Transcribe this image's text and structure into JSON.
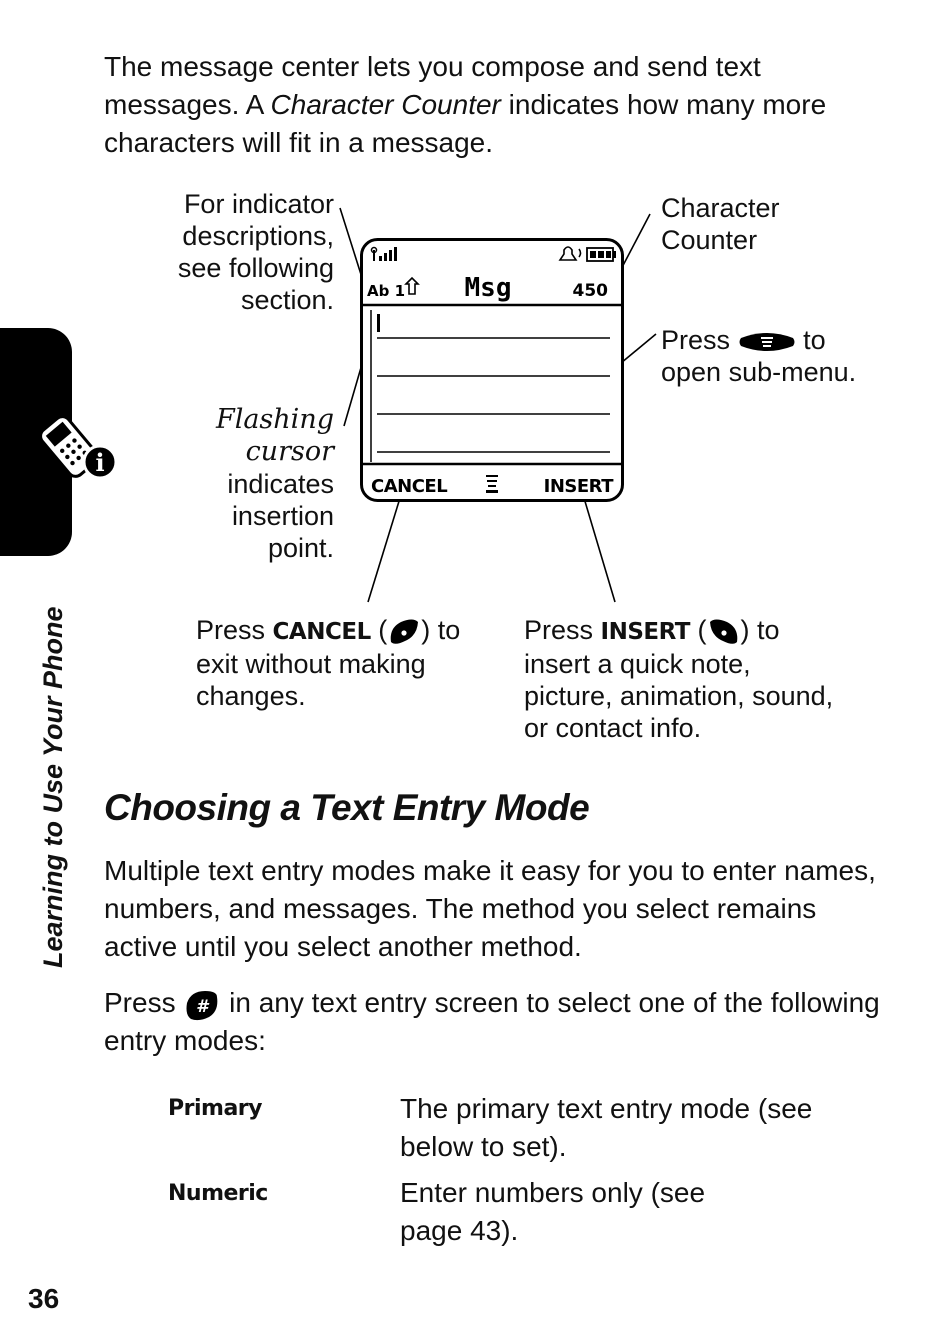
{
  "intro": {
    "part1": "The message center lets you compose and send text messages. A ",
    "term": "Character Counter",
    "part2": " indicates how many more characters will fit in a message."
  },
  "side_tab": {
    "label": "Learning to Use Your Phone",
    "icon": "phone-info-icon"
  },
  "callouts": {
    "indicator": "For indicator descriptions, see following section.",
    "counter": "Character Counter",
    "menu": {
      "pre": "Press",
      "post": "to open sub-menu.",
      "icon": "menu-key-icon"
    },
    "cursor": {
      "term": "Flashing cursor",
      "rest": "indicates insertion point."
    },
    "cancel": {
      "pre": "Press",
      "key": "CANCEL",
      "post": "to exit without making changes.",
      "icon": "left-soft-key-icon"
    },
    "insert": {
      "pre": "Press",
      "key": "INSERT",
      "post": "to insert a quick note, picture, animation, sound, or contact info.",
      "icon": "right-soft-key-icon"
    }
  },
  "phone_screen": {
    "mode_indicator": "Ab 1",
    "title": "Msg",
    "counter": "450",
    "soft_left": "CANCEL",
    "soft_right": "INSERT",
    "icons": [
      "signal-strength-icon",
      "ring-alert-icon",
      "battery-icon",
      "menu-indicator-icon"
    ]
  },
  "section": {
    "heading": "Choosing a Text Entry Mode",
    "para1": "Multiple text entry modes make it easy for you to enter names, numbers, and messages. The method you select remains active until you select another method.",
    "para2_pre": "Press",
    "para2_post": "in any text entry screen to select one of the following entry modes:",
    "para2_icon": "pound-key-icon"
  },
  "modes": [
    {
      "name": "Primary",
      "desc": "The primary text entry mode (see below to set)."
    },
    {
      "name": "Numeric",
      "desc": "Enter numbers only (see page 43)."
    }
  ],
  "page_number": "36"
}
